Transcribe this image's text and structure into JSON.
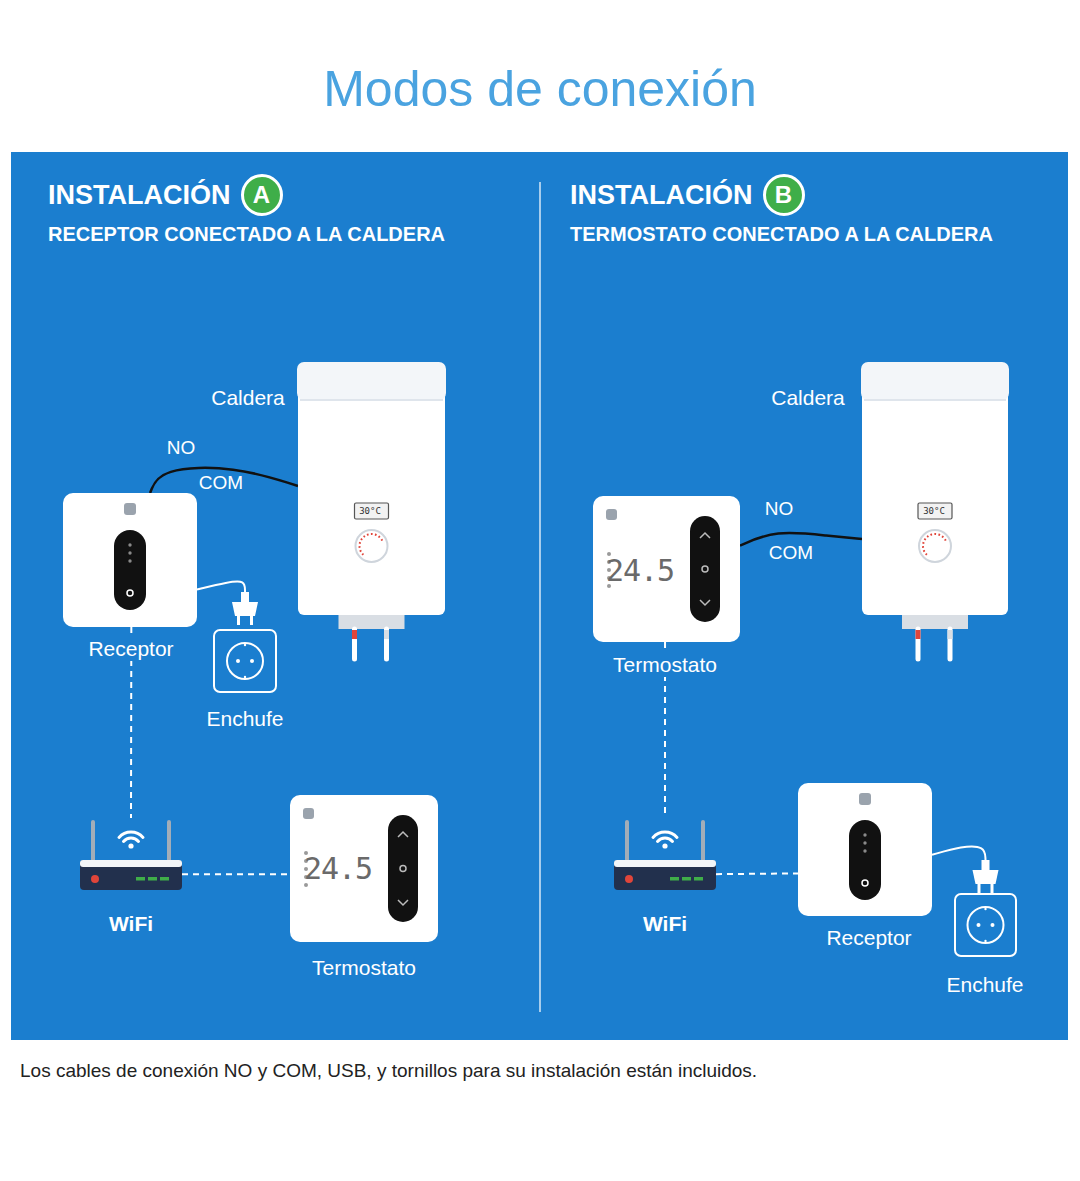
{
  "diagram": {
    "title": "Modos de conexión",
    "caption": "Los cables de conexión NO y COM, USB, y tornillos para su instalación están incluidos.",
    "nodes": [
      {
        "text": [
          "INSTALACIÓN",
          "A",
          "RECEPTOR CONECTADO A LA CALDERA"
        ]
      },
      {
        "text": [
          "Caldera"
        ],
        "in": 0
      },
      {
        "text": [
          "Receptor"
        ],
        "in": 0
      },
      {
        "text": [
          "Enchufe"
        ],
        "in": 0
      },
      {
        "text": [
          "WiFi"
        ],
        "in": 0
      },
      {
        "text": [
          "Termostato"
        ],
        "in": 0
      },
      {
        "text": [
          "INSTALACIÓN",
          "B",
          "TERMOSTATO CONECTADO A LA CALDERA"
        ]
      },
      {
        "text": [
          "Caldera"
        ],
        "in": 6
      },
      {
        "text": [
          "Termostato"
        ],
        "in": 6
      },
      {
        "text": [
          "WiFi"
        ],
        "in": 6
      },
      {
        "text": [
          "Receptor"
        ],
        "in": 6
      },
      {
        "text": [
          "Enchufe"
        ],
        "in": 6
      }
    ],
    "edges": [
      {
        "from": 2,
        "to": 1,
        "arrow": "none"
      },
      {
        "from": 2,
        "to": 3,
        "arrow": "none"
      },
      {
        "from": 2,
        "to": 4,
        "arrow": "none"
      },
      {
        "from": 4,
        "to": 5,
        "arrow": "none"
      },
      {
        "from": 8,
        "to": 7,
        "arrow": "none"
      },
      {
        "from": 8,
        "to": 9,
        "arrow": "none"
      },
      {
        "from": 9,
        "to": 10,
        "arrow": "none"
      },
      {
        "from": 10,
        "to": 11,
        "arrow": "none"
      }
    ],
    "labels": [
      "NO",
      "COM",
      "30°C",
      "24.5",
      "NO",
      "COM",
      "30°C",
      "24.5"
    ]
  }
}
